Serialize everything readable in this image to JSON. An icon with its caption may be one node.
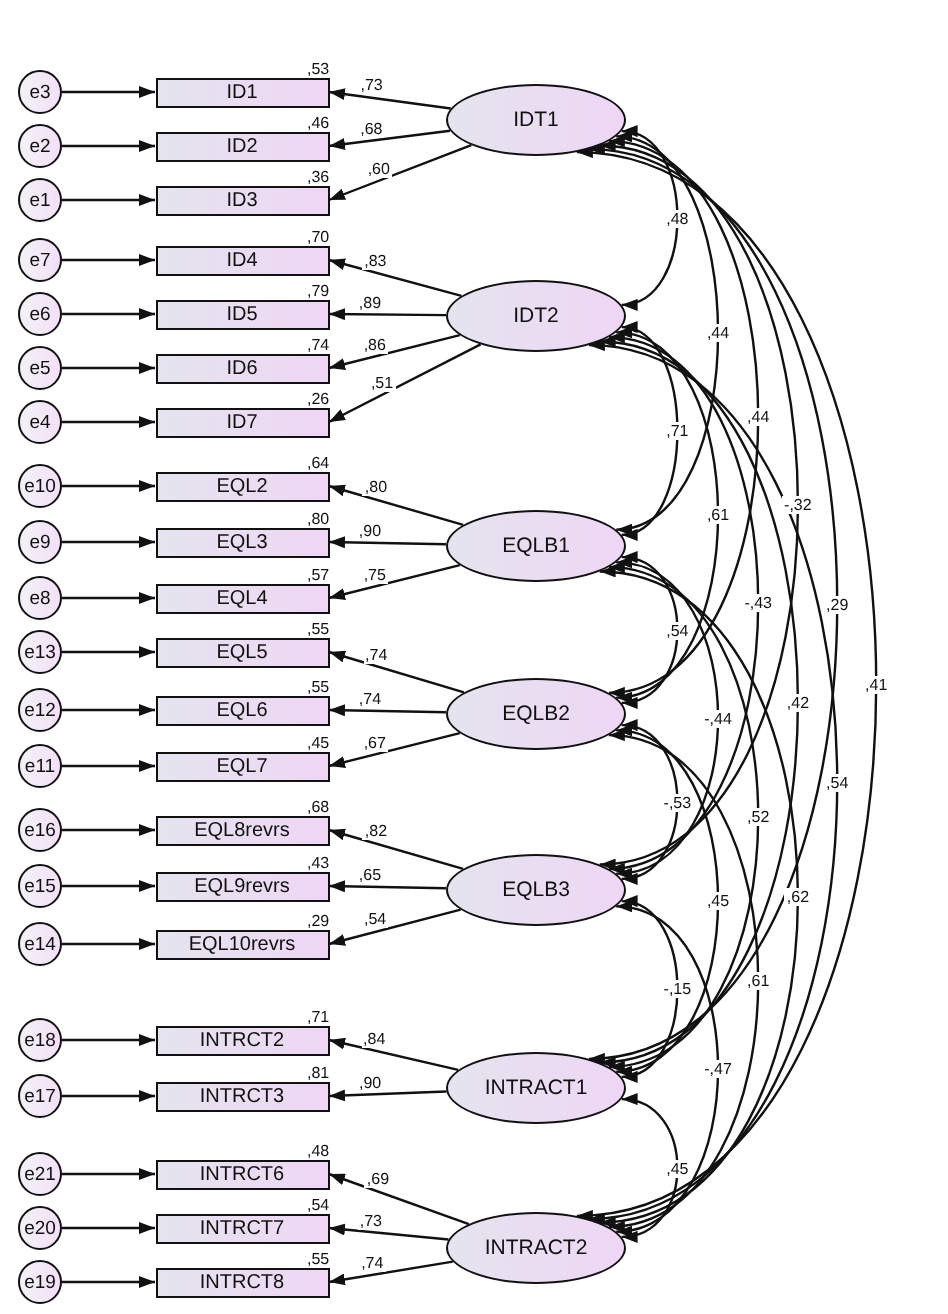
{
  "diagram": {
    "nodes": [
      {
        "text": [
          "e3"
        ]
      },
      {
        "text": [
          "e2"
        ]
      },
      {
        "text": [
          "e1"
        ]
      },
      {
        "text": [
          "e7"
        ]
      },
      {
        "text": [
          "e6"
        ]
      },
      {
        "text": [
          "e5"
        ]
      },
      {
        "text": [
          "e4"
        ]
      },
      {
        "text": [
          "e10"
        ]
      },
      {
        "text": [
          "e9"
        ]
      },
      {
        "text": [
          "e8"
        ]
      },
      {
        "text": [
          "e13"
        ]
      },
      {
        "text": [
          "e12"
        ]
      },
      {
        "text": [
          "e11"
        ]
      },
      {
        "text": [
          "e16"
        ]
      },
      {
        "text": [
          "e15"
        ]
      },
      {
        "text": [
          "e14"
        ]
      },
      {
        "text": [
          "e18"
        ]
      },
      {
        "text": [
          "e17"
        ]
      },
      {
        "text": [
          "e21"
        ]
      },
      {
        "text": [
          "e20"
        ]
      },
      {
        "text": [
          "e19"
        ]
      },
      {
        "text": [
          "ID1"
        ],
        "beside": [
          ",53"
        ]
      },
      {
        "text": [
          "ID2"
        ],
        "beside": [
          ",46"
        ]
      },
      {
        "text": [
          "ID3"
        ],
        "beside": [
          ",36"
        ]
      },
      {
        "text": [
          "ID4"
        ],
        "beside": [
          ",70"
        ]
      },
      {
        "text": [
          "ID5"
        ],
        "beside": [
          ",79"
        ]
      },
      {
        "text": [
          "ID6"
        ],
        "beside": [
          ",74"
        ]
      },
      {
        "text": [
          "ID7"
        ],
        "beside": [
          ",26"
        ]
      },
      {
        "text": [
          "EQL2"
        ],
        "beside": [
          ",64"
        ]
      },
      {
        "text": [
          "EQL3"
        ],
        "beside": [
          ",80"
        ]
      },
      {
        "text": [
          "EQL4"
        ],
        "beside": [
          ",57"
        ]
      },
      {
        "text": [
          "EQL5"
        ],
        "beside": [
          ",55"
        ]
      },
      {
        "text": [
          "EQL6"
        ],
        "beside": [
          ",55"
        ]
      },
      {
        "text": [
          "EQL7"
        ],
        "beside": [
          ",45"
        ]
      },
      {
        "text": [
          "EQL8revrs"
        ],
        "beside": [
          ",68"
        ]
      },
      {
        "text": [
          "EQL9revrs"
        ],
        "beside": [
          ",43"
        ]
      },
      {
        "text": [
          "EQL10revrs"
        ],
        "beside": [
          ",29"
        ]
      },
      {
        "text": [
          "INTRCT2"
        ],
        "beside": [
          ",71"
        ]
      },
      {
        "text": [
          "INTRCT3"
        ],
        "beside": [
          ",81"
        ]
      },
      {
        "text": [
          "INTRCT6"
        ],
        "beside": [
          ",48"
        ]
      },
      {
        "text": [
          "INTRCT7"
        ],
        "beside": [
          ",54"
        ]
      },
      {
        "text": [
          "INTRCT8"
        ],
        "beside": [
          ",55"
        ]
      },
      {
        "text": [
          "IDT1"
        ]
      },
      {
        "text": [
          "IDT2"
        ]
      },
      {
        "text": [
          "EQLB1"
        ]
      },
      {
        "text": [
          "EQLB2"
        ]
      },
      {
        "text": [
          "EQLB3"
        ]
      },
      {
        "text": [
          "INTRACT1"
        ]
      },
      {
        "text": [
          "INTRACT2"
        ]
      }
    ],
    "edges": [
      {
        "from": 0,
        "to": 21,
        "arrow": "to"
      },
      {
        "from": 1,
        "to": 22,
        "arrow": "to"
      },
      {
        "from": 2,
        "to": 23,
        "arrow": "to"
      },
      {
        "from": 3,
        "to": 24,
        "arrow": "to"
      },
      {
        "from": 4,
        "to": 25,
        "arrow": "to"
      },
      {
        "from": 5,
        "to": 26,
        "arrow": "to"
      },
      {
        "from": 6,
        "to": 27,
        "arrow": "to"
      },
      {
        "from": 7,
        "to": 28,
        "arrow": "to"
      },
      {
        "from": 8,
        "to": 29,
        "arrow": "to"
      },
      {
        "from": 9,
        "to": 30,
        "arrow": "to"
      },
      {
        "from": 10,
        "to": 31,
        "arrow": "to"
      },
      {
        "from": 11,
        "to": 32,
        "arrow": "to"
      },
      {
        "from": 12,
        "to": 33,
        "arrow": "to"
      },
      {
        "from": 13,
        "to": 34,
        "arrow": "to"
      },
      {
        "from": 14,
        "to": 35,
        "arrow": "to"
      },
      {
        "from": 15,
        "to": 36,
        "arrow": "to"
      },
      {
        "from": 16,
        "to": 37,
        "arrow": "to"
      },
      {
        "from": 17,
        "to": 38,
        "arrow": "to"
      },
      {
        "from": 18,
        "to": 39,
        "arrow": "to"
      },
      {
        "from": 19,
        "to": 40,
        "arrow": "to"
      },
      {
        "from": 20,
        "to": 41,
        "arrow": "to"
      },
      {
        "from": 42,
        "to": 21,
        "arrow": "to",
        "label": ",73"
      },
      {
        "from": 42,
        "to": 22,
        "arrow": "to",
        "label": ",68"
      },
      {
        "from": 42,
        "to": 23,
        "arrow": "to",
        "label": ",60"
      },
      {
        "from": 43,
        "to": 24,
        "arrow": "to",
        "label": ",83"
      },
      {
        "from": 43,
        "to": 25,
        "arrow": "to",
        "label": ",89"
      },
      {
        "from": 43,
        "to": 26,
        "arrow": "to",
        "label": ",86"
      },
      {
        "from": 43,
        "to": 27,
        "arrow": "to",
        "label": ",51"
      },
      {
        "from": 44,
        "to": 28,
        "arrow": "to",
        "label": ",80"
      },
      {
        "from": 44,
        "to": 29,
        "arrow": "to",
        "label": ",90"
      },
      {
        "from": 44,
        "to": 30,
        "arrow": "to",
        "label": ",75"
      },
      {
        "from": 45,
        "to": 31,
        "arrow": "to",
        "label": ",74"
      },
      {
        "from": 45,
        "to": 32,
        "arrow": "to",
        "label": ",74"
      },
      {
        "from": 45,
        "to": 33,
        "arrow": "to",
        "label": ",67"
      },
      {
        "from": 46,
        "to": 34,
        "arrow": "to",
        "label": ",82"
      },
      {
        "from": 46,
        "to": 35,
        "arrow": "to",
        "label": ",65"
      },
      {
        "from": 46,
        "to": 36,
        "arrow": "to",
        "label": ",54"
      },
      {
        "from": 47,
        "to": 37,
        "arrow": "to",
        "label": ",84"
      },
      {
        "from": 47,
        "to": 38,
        "arrow": "to",
        "label": ",90"
      },
      {
        "from": 48,
        "to": 39,
        "arrow": "to",
        "label": ",69"
      },
      {
        "from": 48,
        "to": 40,
        "arrow": "to",
        "label": ",73"
      },
      {
        "from": 48,
        "to": 41,
        "arrow": "to",
        "label": ",74"
      },
      {
        "from": 42,
        "to": 43,
        "arrow": "both",
        "label": ",48"
      },
      {
        "from": 42,
        "to": 44,
        "arrow": "both",
        "label": ",44"
      },
      {
        "from": 42,
        "to": 45,
        "arrow": "both",
        "label": ",44"
      },
      {
        "from": 42,
        "to": 46,
        "arrow": "both",
        "label": "-,32"
      },
      {
        "from": 42,
        "to": 47,
        "arrow": "both",
        "label": ",29"
      },
      {
        "from": 42,
        "to": 48,
        "arrow": "both",
        "label": ",41"
      },
      {
        "from": 43,
        "to": 44,
        "arrow": "both",
        "label": ",71"
      },
      {
        "from": 43,
        "to": 45,
        "arrow": "both",
        "label": ",61"
      },
      {
        "from": 43,
        "to": 46,
        "arrow": "both",
        "label": "-,43"
      },
      {
        "from": 43,
        "to": 47,
        "arrow": "both",
        "label": ",42"
      },
      {
        "from": 43,
        "to": 48,
        "arrow": "both",
        "label": ",54"
      },
      {
        "from": 44,
        "to": 45,
        "arrow": "both",
        "label": ",54"
      },
      {
        "from": 44,
        "to": 46,
        "arrow": "both",
        "label": "-,44"
      },
      {
        "from": 44,
        "to": 47,
        "arrow": "both",
        "label": ",52"
      },
      {
        "from": 44,
        "to": 48,
        "arrow": "both",
        "label": ",62"
      },
      {
        "from": 45,
        "to": 46,
        "arrow": "both",
        "label": "-,53"
      },
      {
        "from": 45,
        "to": 47,
        "arrow": "both",
        "label": ",45"
      },
      {
        "from": 45,
        "to": 48,
        "arrow": "both",
        "label": ",61"
      },
      {
        "from": 46,
        "to": 47,
        "arrow": "both",
        "label": "-,15"
      },
      {
        "from": 46,
        "to": 48,
        "arrow": "both",
        "label": "-,47"
      },
      {
        "from": 47,
        "to": 48,
        "arrow": "both",
        "label": ",45"
      }
    ]
  }
}
